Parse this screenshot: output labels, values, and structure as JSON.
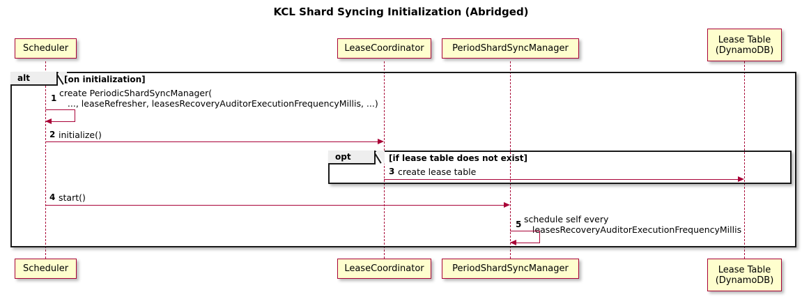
{
  "diagram": {
    "title": "KCL Shard Syncing Initialization (Abridged)",
    "type": "sequence-diagram",
    "colors": {
      "participant_fill": "#FEFECE",
      "participant_border": "#A80036",
      "arrow": "#A80036",
      "frame_border": "#191919",
      "frame_tab_fill": "#EEEEEE",
      "text": "#000000",
      "background": "#FFFFFF"
    }
  },
  "participants": [
    {
      "id": "scheduler",
      "label": "Scheduler",
      "lines": [
        "Scheduler"
      ]
    },
    {
      "id": "leasecoord",
      "label": "LeaseCoordinator",
      "lines": [
        "LeaseCoordinator"
      ]
    },
    {
      "id": "psm",
      "label": "PeriodShardSyncManager",
      "lines": [
        "PeriodShardSyncManager"
      ]
    },
    {
      "id": "leasetable",
      "label": "Lease Table (DynamoDB)",
      "lines": [
        "Lease Table",
        "(DynamoDB)"
      ]
    }
  ],
  "frames": [
    {
      "id": "alt-frame",
      "kind": "alt",
      "condition": "[on initialization]"
    },
    {
      "id": "opt-frame",
      "kind": "opt",
      "condition": "[if lease table does not exist]"
    }
  ],
  "messages": [
    {
      "number": "1",
      "from": "scheduler",
      "to": "scheduler",
      "kind": "self",
      "lines": [
        "create PeriodicShardSyncManager(",
        "   ..., leaseRefresher, leasesRecoveryAuditorExecutionFrequencyMillis, ...)"
      ]
    },
    {
      "number": "2",
      "from": "scheduler",
      "to": "leasecoord",
      "kind": "call",
      "lines": [
        "initialize()"
      ]
    },
    {
      "number": "3",
      "from": "leasecoord",
      "to": "leasetable",
      "kind": "call",
      "lines": [
        "create lease table"
      ]
    },
    {
      "number": "4",
      "from": "scheduler",
      "to": "psm",
      "kind": "call",
      "lines": [
        "start()"
      ]
    },
    {
      "number": "5",
      "from": "psm",
      "to": "psm",
      "kind": "self",
      "lines": [
        "schedule self every",
        "   leasesRecoveryAuditorExecutionFrequencyMillis"
      ]
    }
  ]
}
